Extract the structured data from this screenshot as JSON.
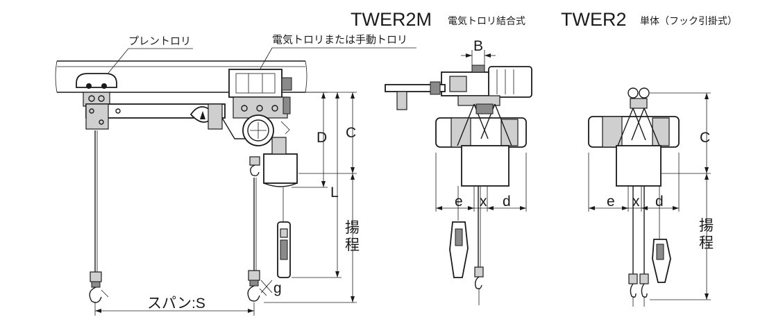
{
  "titles": {
    "twer2m_model": "TWER2M",
    "twer2m_desc": "電気トロリ結合式",
    "twer2_model": "TWER2",
    "twer2_desc": "単体（フック引掛式）"
  },
  "callouts": {
    "plain_trolley": "プレントロリ",
    "electric_trolley": "電気トロリまたは手動トロリ"
  },
  "dimensions": {
    "B": "B",
    "C": "C",
    "D": "D",
    "L": "L",
    "lift": "揚程",
    "lift_char1": "揚",
    "lift_char2": "程",
    "e": "e",
    "x": "x",
    "d": "d",
    "g": "g",
    "span": "スパン:S"
  }
}
